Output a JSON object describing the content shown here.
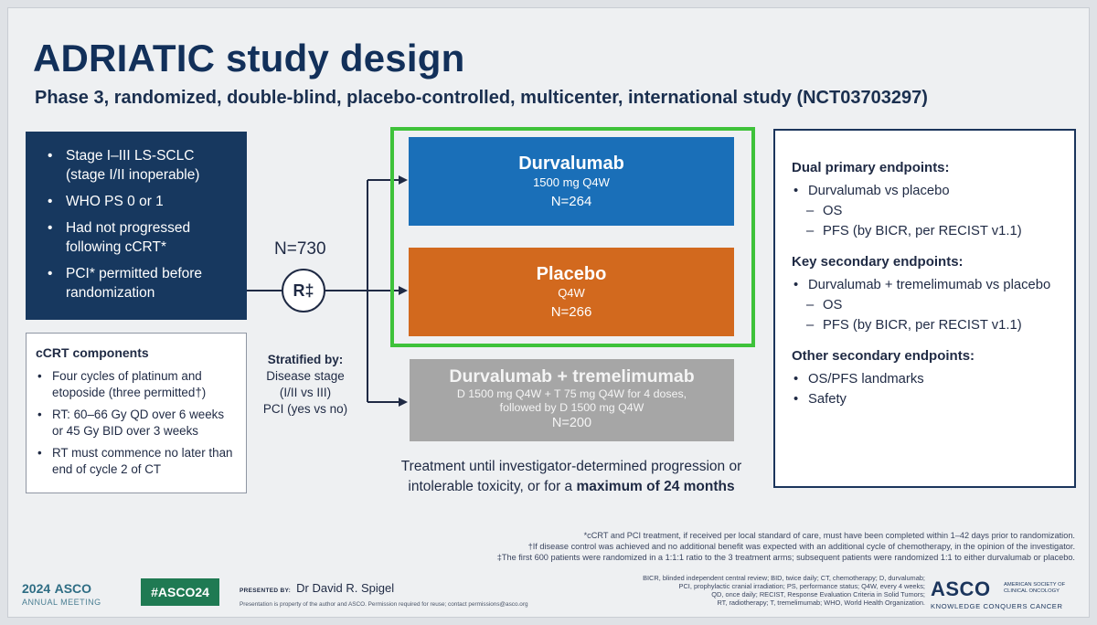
{
  "header": {
    "title": "ADRIATIC study design",
    "subtitle": "Phase 3, randomized, double-blind, placebo-controlled, multicenter, international study (NCT03703297)"
  },
  "eligibility": {
    "items": [
      "Stage I–III LS-SCLC (stage I/II inoperable)",
      "WHO PS 0 or 1",
      "Had not progressed following cCRT*",
      "PCI* permitted before randomization"
    ]
  },
  "ccrt": {
    "heading": "cCRT components",
    "items": [
      "Four cycles of platinum and etoposide (three permitted†)",
      "RT: 60–66 Gy QD over 6 weeks or 45 Gy BID over 3 weeks",
      "RT must commence no later than end of cycle 2 of CT"
    ]
  },
  "randomization": {
    "n_total": "N=730",
    "symbol": "R‡"
  },
  "stratification": {
    "heading": "Stratified by:",
    "lines": [
      "Disease stage",
      "(I/II vs III)",
      "PCI (yes vs no)"
    ]
  },
  "arms": {
    "durvalumab": {
      "name": "Durvalumab",
      "dose": "1500 mg Q4W",
      "n": "N=264"
    },
    "placebo": {
      "name": "Placebo",
      "dose": "Q4W",
      "n": "N=266"
    },
    "combo": {
      "name": "Durvalumab + tremelimumab",
      "dose_line1": "D 1500 mg Q4W + T 75 mg Q4W for 4 doses,",
      "dose_line2": "followed by D 1500 mg Q4W",
      "n": "N=200"
    }
  },
  "treatment": {
    "line1": "Treatment until investigator-determined progression or",
    "line2_pre": "intolerable toxicity, or for a ",
    "line2_bold": "maximum of 24 months"
  },
  "endpoints": {
    "primary_heading": "Dual primary endpoints:",
    "primary_item": "Durvalumab vs placebo",
    "primary_sub": [
      "OS",
      "PFS (by BICR, per RECIST v1.1)"
    ],
    "key_secondary_heading": "Key secondary endpoints:",
    "key_secondary_item": "Durvalumab + tremelimumab vs placebo",
    "key_secondary_sub": [
      "OS",
      "PFS (by BICR, per RECIST v1.1)"
    ],
    "other_heading": "Other secondary endpoints:",
    "other_items": [
      "OS/PFS landmarks",
      "Safety"
    ]
  },
  "footnotes": [
    "*cCRT and PCI treatment, if received per local standard of care, must have been completed within 1–42 days prior to randomization.",
    "†If disease control was achieved and no additional benefit was expected with an additional cycle of chemotherapy, in the opinion of the investigator.",
    "‡The first 600 patients were randomized in a 1:1:1 ratio to the 3 treatment arms; subsequent patients were randomized 1:1 to either durvalumab or placebo."
  ],
  "abbreviations": [
    "BICR, blinded independent central review; BID, twice daily; CT, chemotherapy; D, durvalumab;",
    "PCI, prophylactic cranial irradiation; PS, performance status; Q4W, every 4 weeks;",
    "QD, once daily; RECIST, Response Evaluation Criteria in Solid Tumors;",
    "RT, radiotherapy; T, tremelimumab; WHO, World Health Organization."
  ],
  "footer": {
    "meeting_year": "2024",
    "meeting_org": "ASCO",
    "meeting_sub": "ANNUAL MEETING",
    "hashtag": "#ASCO24",
    "presented_by_label": "PRESENTED BY:",
    "presenter": "Dr David R. Spigel",
    "disclaimer": "Presentation is property of the author and ASCO. Permission required for reuse; contact permissions@asco.org",
    "logo_text": "ASCO",
    "logo_small": "AMERICAN SOCIETY OF CLINICAL ONCOLOGY",
    "logo_tagline": "KNOWLEDGE CONQUERS CANCER"
  },
  "colors": {
    "navy": "#17385f",
    "durvalumab_blue": "#1a6fb8",
    "placebo_orange": "#d2691e",
    "combo_grey": "#a6a6a6",
    "highlight_green": "#3ec23a",
    "hashtag_green": "#1f7a53"
  }
}
